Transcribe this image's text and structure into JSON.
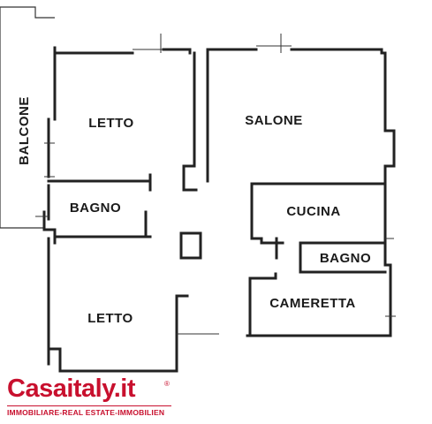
{
  "rooms": {
    "balcone": "BALCONE",
    "letto_top": "LETTO",
    "salone": "SALONE",
    "bagno_left": "BAGNO",
    "cucina": "CUCINA",
    "bagno_right": "BAGNO",
    "cameretta": "CAMERETTA",
    "letto_bottom": "LETTO"
  },
  "logo": {
    "name": "Casaitaly.it",
    "registered": "®",
    "tagline": "IMMOBILIARE-REAL ESTATE-IMMOBILIEN"
  },
  "colors": {
    "brand": "#c8102e",
    "walls": "#222222"
  }
}
